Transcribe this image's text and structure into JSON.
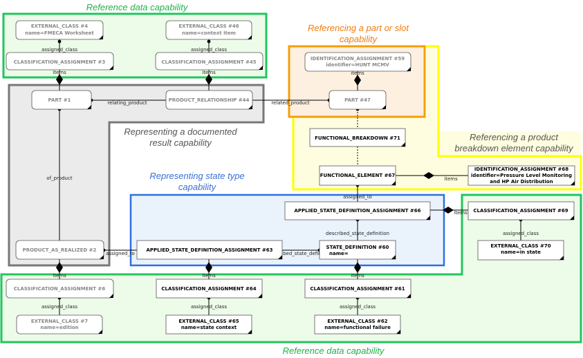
{
  "capabilities": {
    "reference_top": "Reference data capability",
    "reference_bottom": "Reference data capability",
    "part_slot_1": "Referencing a part or slot",
    "part_slot_2": "capability",
    "documented_1": "Representing a documented",
    "documented_2": "result capability",
    "breakdown_1": "Referencing a product",
    "breakdown_2": "breakdown element capability",
    "state_type_1": "Representing state type",
    "state_type_2": "capability"
  },
  "nodes": {
    "ext4": {
      "title": "EXTERNAL_CLASS #4",
      "sub": "name=FMECA Worksheet"
    },
    "ext46": {
      "title": "EXTERNAL_CLASS #46",
      "sub": "name=context item"
    },
    "class3": {
      "title": "CLASSIFICATION_ASSIGNMENT #3"
    },
    "class45": {
      "title": "CLASSIFICATION_ASSIGNMENT #45"
    },
    "ident59": {
      "title": "IDENTIFICATION_ASSIGNMENT #59",
      "sub": "identifier=HUNT MCMV"
    },
    "part1": {
      "title": "PART #1"
    },
    "prodrel44": {
      "title": "PRODUCT_RELATIONSHIP #44"
    },
    "part47": {
      "title": "PART #47"
    },
    "fb71": {
      "title": "FUNCTIONAL_BREAKDOWN #71"
    },
    "fe67": {
      "title": "FUNCTIONAL_ELEMENT #67"
    },
    "ident68": {
      "title": "IDENTIFICATION_ASSIGNMENT #68",
      "sub1": "identifier=Pressure Level Monitoring",
      "sub2": "and HP Air Distribution"
    },
    "asda66": {
      "title": "APPLIED_STATE_DEFINITION_ASSIGNMENT #66"
    },
    "class69": {
      "title": "CLASSIFICATION_ASSIGNMENT #69"
    },
    "ext70": {
      "title": "EXTERNAL_CLASS #70",
      "sub": "name=in state"
    },
    "par2": {
      "title": "PRODUCT_AS_REALIZED #2"
    },
    "asda63": {
      "title": "APPLIED_STATE_DEFINITION_ASSIGNMENT #63"
    },
    "sd60": {
      "title": "STATE_DEFINITION #60",
      "sub": "name="
    },
    "class6": {
      "title": "CLASSIFICATION_ASSIGNMENT #6"
    },
    "class64": {
      "title": "CLASSIFICATION_ASSIGNMENT #64"
    },
    "class61": {
      "title": "CLASSIFICATION_ASSIGNMENT #61"
    },
    "ext7": {
      "title": "EXTERNAL_CLASS #7",
      "sub": "name=edition"
    },
    "ext65": {
      "title": "EXTERNAL_CLASS #65",
      "sub": "name=state context"
    },
    "ext62": {
      "title": "EXTERNAL_CLASS #62",
      "sub": "name=functional failure"
    }
  },
  "edge_labels": {
    "assigned_class": "assigned_class",
    "items": "items",
    "relating_product": "relating_product",
    "related_product": "related_product",
    "of_product": "of_product",
    "assigned_to": "assigned_to",
    "described_state_definition": "described_state_definition"
  },
  "colors": {
    "green": "#22c55e",
    "green_fill": "#edfbe9",
    "orange": "#f59e0b",
    "orange_fill": "#fdf0e0",
    "yellow": "#ffff00",
    "yellow_fill": "#fffde0",
    "gray": "#777777",
    "gray_fill": "#ebebeb",
    "blue": "#2f6fe0",
    "blue_fill": "#eaf3fc",
    "blue_text": "#3b6fd6",
    "gray_text": "#555555",
    "orange_text": "#f07c10",
    "green_text": "#22b04a"
  }
}
